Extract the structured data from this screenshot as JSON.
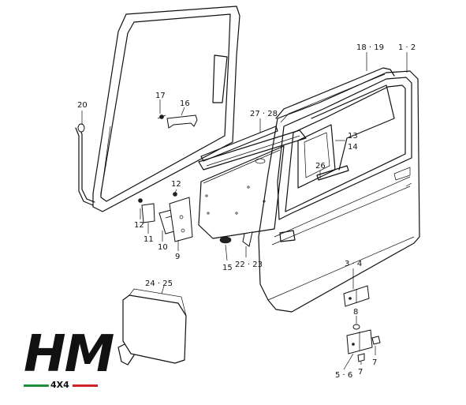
{
  "callouts": {
    "c20": "20",
    "c17": "17",
    "c16": "16",
    "c27_28": "27 · 28",
    "c18_19": "18 · 19",
    "c1_2": "1 · 2",
    "c13": "13",
    "c14": "14",
    "c26": "26",
    "c12": "12",
    "c12b": "12",
    "c11": "11",
    "c10": "10",
    "c9": "9",
    "c15": "15",
    "c22_23": "22 · 23",
    "c3_4": "3 · 4",
    "c24_25": "24 · 25",
    "c8": "8",
    "c7a": "7",
    "c7b": "7",
    "c5_6": "5 · 6"
  },
  "logo": {
    "text": "HM",
    "subtext": "4X4",
    "colors": {
      "green": "#1f8f3a",
      "white": "#ffffff",
      "red": "#d0202a",
      "black": "#111111"
    }
  }
}
